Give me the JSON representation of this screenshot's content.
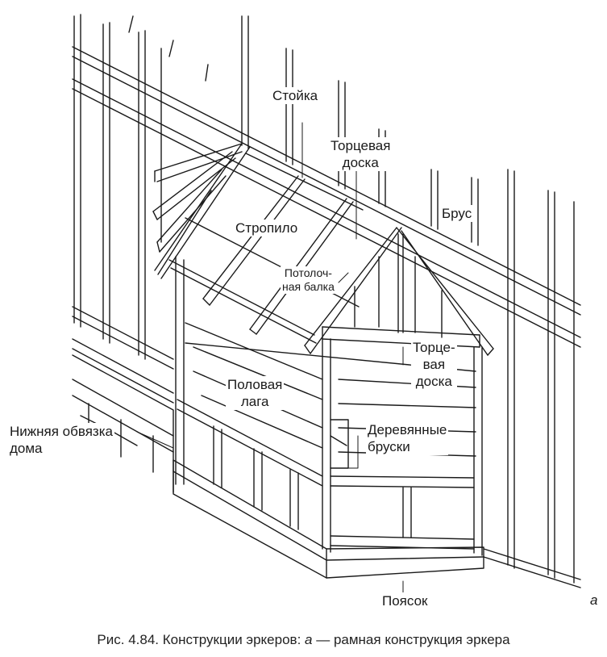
{
  "labels": {
    "stoyka": "Стойка",
    "tortsevaya_doska_top_1": "Торцевая",
    "tortsevaya_doska_top_2": "доска",
    "brus": "Брус",
    "stropilo": "Стропило",
    "potolochnaya_1": "Потолоч-",
    "potolochnaya_2": "ная балка",
    "tortsevaya_doska_right_1": "Торце-",
    "tortsevaya_doska_right_2": "вая",
    "tortsevaya_doska_right_3": "доска",
    "polovaya_1": "Половая",
    "polovaya_2": "лага",
    "nizhnyaya_1": "Нижняя обвязка",
    "nizhnyaya_2": "дома",
    "derevyannye_1": "Деревянные",
    "derevyannye_2": "бруски",
    "poyasok": "Поясок"
  },
  "panel_letter": "а",
  "caption": {
    "prefix": "Рис. 4.84. Конструкции эркеров: ",
    "letter": "а",
    "suffix": " — рамная конструкция эркера"
  }
}
